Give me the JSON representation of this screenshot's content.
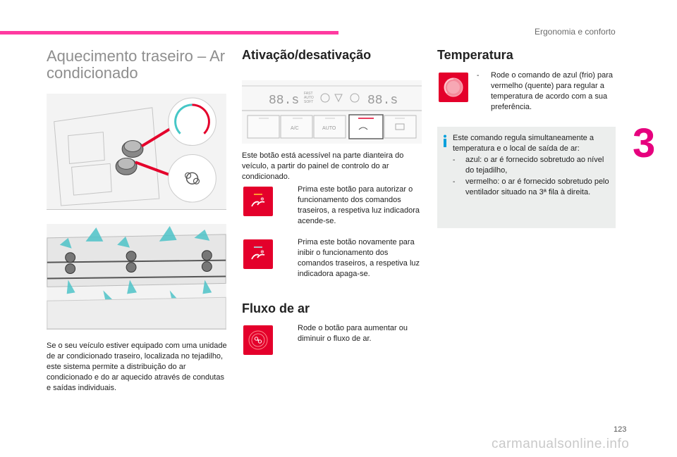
{
  "header": {
    "section_title": "Ergonomia e conforto",
    "chapter_number": "3"
  },
  "left": {
    "title": "Aquecimento traseiro – Ar condicionado",
    "intro": "Se o seu veículo estiver equipado com uma unidade de ar condicionado traseiro, localizada no tejadilho, este sistema permite a distribuição do ar condicionado e do ar aquecido através de condutas e saídas individuais."
  },
  "activation": {
    "heading": "Ativação/desativação",
    "panel": {
      "left_display": "88.s",
      "right_display": "88.s",
      "mode_labels": [
        "FAST",
        "AUTO",
        "SOFT"
      ],
      "button_ac": "A/C",
      "button_auto": "AUTO"
    },
    "intro": "Este botão está acessível na parte dianteira do veículo, a partir do painel de controlo do ar condicionado.",
    "step_on": {
      "bullet": "",
      "text": "Prima este botão para autorizar o funcionamento dos comandos traseiros, a respetiva luz indicadora acende-se."
    },
    "step_off": {
      "bullet": "",
      "text": "Prima este botão novamente para inibir o funcionamento dos comandos traseiros, a respetiva luz indicadora apaga-se."
    }
  },
  "airflow": {
    "heading": "Fluxo de ar",
    "step": {
      "bullet": "",
      "text": "Rode o botão para aumentar ou diminuir o fluxo de ar."
    }
  },
  "temperature": {
    "heading": "Temperatura",
    "step": {
      "bullet": "-",
      "text": "Rode o comando de azul (frio) para vermelho (quente) para regular a temperatura de acordo com a sua preferência."
    },
    "info": {
      "intro": "Este comando regula simultaneamente a temperatura e o local de saída de ar:",
      "items": [
        {
          "bullet": "-",
          "text": "azul: o ar é fornecido sobretudo ao nível do tejadilho,"
        },
        {
          "bullet": "-",
          "text": "vermelho: o ar é fornecido sobretudo pelo ventilador situado na 3ª fila à direita."
        }
      ]
    }
  },
  "footer": {
    "page_number": "123",
    "watermark": "carmanualsonline.info"
  },
  "colors": {
    "accent_pink": "#ff3aa0",
    "chapter_magenta": "#e6007e",
    "icon_red": "#e4002b",
    "info_blue": "#00a0dc",
    "info_bg": "#eceeed"
  }
}
